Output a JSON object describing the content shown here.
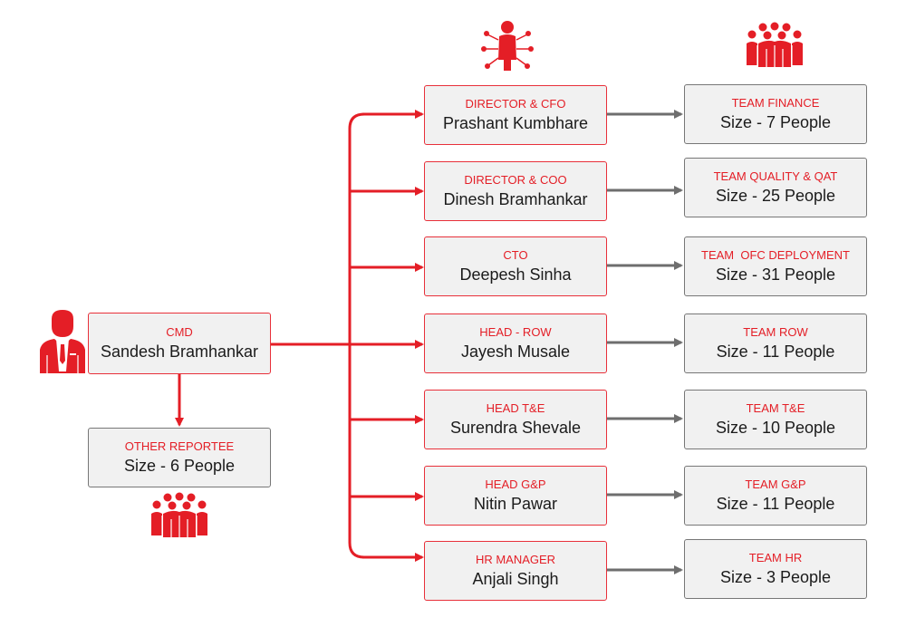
{
  "colors": {
    "accent": "#e41e26",
    "team_arrow": "#6e6e6e",
    "box_fill": "#f1f1f1"
  },
  "icons": {
    "header_person": "person-network-icon",
    "header_team": "group-icon",
    "cmd": "businessman-icon",
    "reportee": "group-icon"
  },
  "cmd": {
    "role": "CMD",
    "name": "Sandesh Bramhankar"
  },
  "other_reportee": {
    "role": "OTHER REPORTEE",
    "size": "Size - 6 People"
  },
  "heads": [
    {
      "role": "DIRECTOR & CFO",
      "name": "Prashant Kumbhare"
    },
    {
      "role": "DIRECTOR & COO",
      "name": "Dinesh Bramhankar"
    },
    {
      "role": "CTO",
      "name": "Deepesh Sinha"
    },
    {
      "role": "HEAD - ROW",
      "name": "Jayesh Musale"
    },
    {
      "role": "HEAD T&E",
      "name": "Surendra Shevale"
    },
    {
      "role": "HEAD G&P",
      "name": "Nitin Pawar"
    },
    {
      "role": "HR MANAGER",
      "name": "Anjali Singh"
    }
  ],
  "teams": [
    {
      "name": "TEAM FINANCE",
      "size": "Size - 7 People"
    },
    {
      "name": "TEAM QUALITY & QAT",
      "size": "Size - 25 People"
    },
    {
      "name": "TEAM  OFC DEPLOYMENT",
      "size": "Size - 31 People"
    },
    {
      "name": "TEAM ROW",
      "size": "Size - 11 People"
    },
    {
      "name": "TEAM T&E",
      "size": "Size - 10 People"
    },
    {
      "name": "TEAM G&P",
      "size": "Size - 11 People"
    },
    {
      "name": "TEAM HR",
      "size": "Size - 3 People"
    }
  ]
}
